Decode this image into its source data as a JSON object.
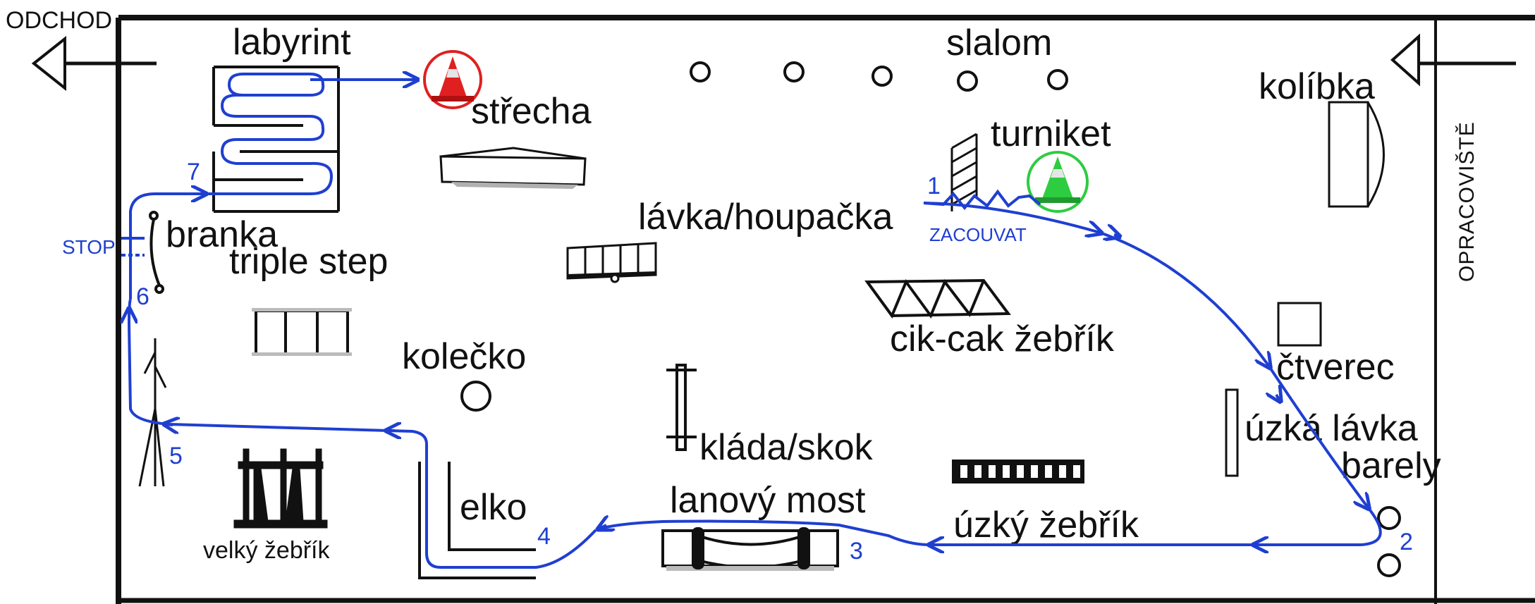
{
  "labels": {
    "exit": "ODCHOD",
    "warmup": "OPRACOVIŠTĚ",
    "labyrint": "labyrint",
    "strecha": "střecha",
    "slalom": "slalom",
    "kolibka": "kolíbka",
    "turniket": "turniket",
    "zacouvat": "ZACOUVAT",
    "lavka_houpacka": "lávka/houpačka",
    "branka": "branka",
    "triple_step": "triple step",
    "cikcak": "cik-cak žebřík",
    "ctverec": "čtverec",
    "kolecko": "kolečko",
    "klada_skok": "kláda/skok",
    "uzka_lavka": "úzká lávka",
    "barely": "barely",
    "elko": "elko",
    "lanovy_most": "lanový most",
    "uzky_zebrik": "úzký žebřík",
    "velky_zebrik": "velký žebřík",
    "stop": "STOP"
  },
  "route_numbers": [
    "1",
    "2",
    "3",
    "4",
    "5",
    "6",
    "7"
  ],
  "colors": {
    "route": "#1f3fd1",
    "cone_start": "#2ecc40",
    "cone_end": "#e02020",
    "outline": "#111111"
  }
}
